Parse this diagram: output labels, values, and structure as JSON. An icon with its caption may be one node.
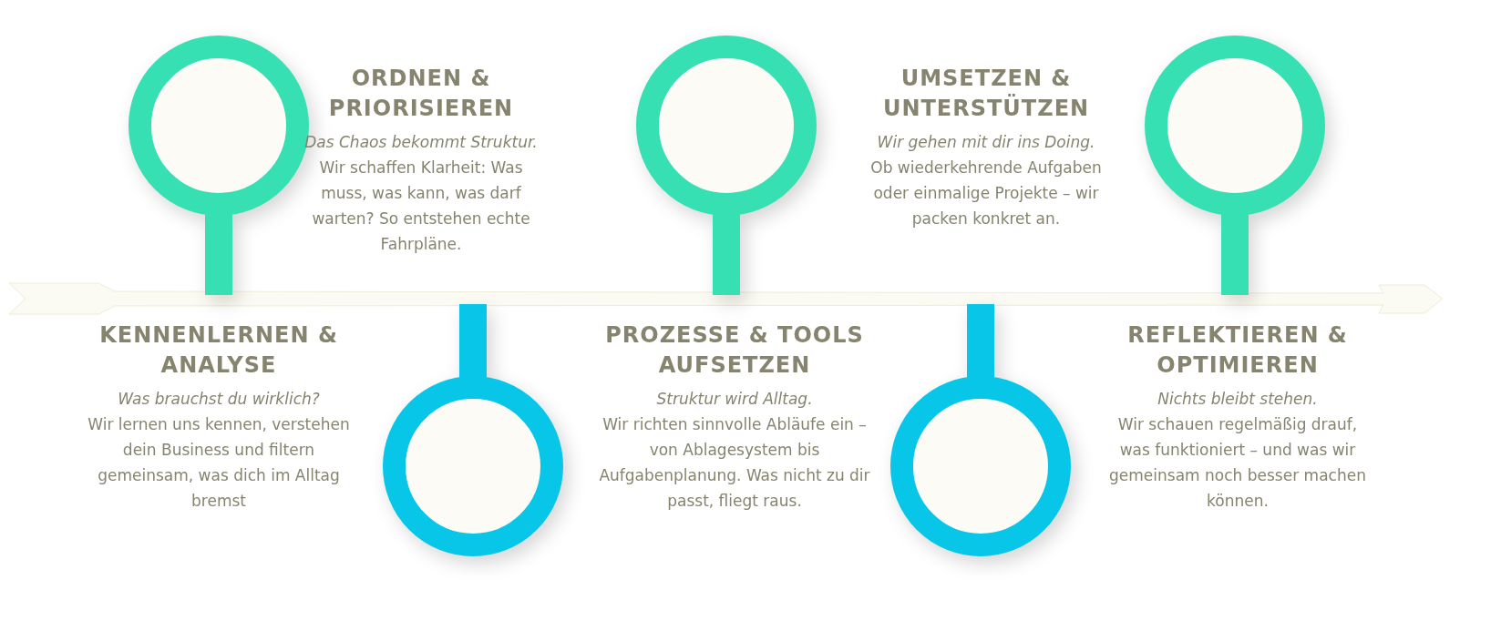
{
  "diagram": {
    "nodes": [
      {
        "text": [],
        "shape": "circle"
      },
      {
        "text": [],
        "shape": "circle"
      },
      {
        "text": [],
        "shape": "circle"
      },
      {
        "text": [],
        "shape": "circle"
      },
      {
        "text": [],
        "shape": "circle"
      }
    ],
    "edges": [],
    "labels": [
      "KENNENLERNEN & ANALYSE",
      "Was brauchst du wirklich?",
      "Wir lernen uns kennen, verstehen dein Business und filtern gemeinsam, was dich im Alltag bremst",
      "ORDNEN & PRIORISIEREN",
      "Das Chaos bekommt Struktur.",
      "Wir schaffen Klarheit: Was muss, was kann, was darf warten? So entstehen echte Fahrpläne.",
      "PROZESSE & TOOLS AUFSETZEN",
      "Struktur wird Alltag.",
      "Wir richten sinnvolle Abläufe ein – von Ablagesystem bis Aufgabenplanung. Was nicht zu dir passt, fliegt raus.",
      "UMSETZEN & UNTERSTÜTZEN",
      "Wir gehen mit dir ins Doing.",
      "Ob wiederkehrende Aufgaben oder einmalige Projekte – wir packen konkret an.",
      "REFLEKTIEREN & OPTIMIEREN",
      "Nichts bleibt stehen.",
      "Wir schauen regelmäßig drauf, was funktioniert – und was wir gemeinsam noch besser machen können."
    ]
  }
}
